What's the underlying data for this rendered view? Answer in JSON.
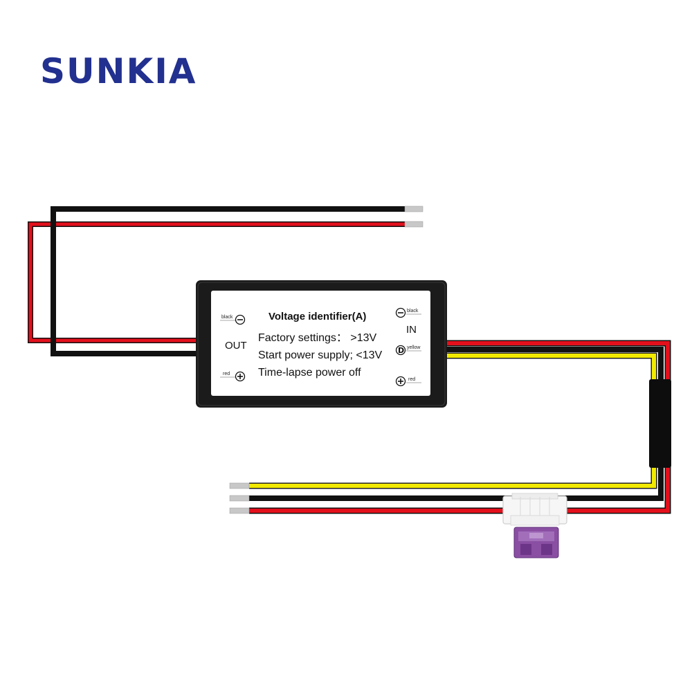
{
  "brand": "SUNKIA",
  "module": {
    "title": "Voltage identifier(A)",
    "lines": [
      "Factory settings： >13V",
      "Start power supply; <13V",
      "Time-lapse power off"
    ]
  },
  "out_port": {
    "label": "OUT",
    "neg_wire": "black",
    "pos_wire": "red"
  },
  "in_port": {
    "label": "IN",
    "neg_wire": "black",
    "signal_wire": "yellow",
    "pos_wire": "red"
  },
  "colors": {
    "red_wire": "#e3101c",
    "black_wire": "#111111",
    "yellow_wire": "#f2ea00",
    "fuse": "#8a4fa3",
    "brand": "#22308f"
  }
}
